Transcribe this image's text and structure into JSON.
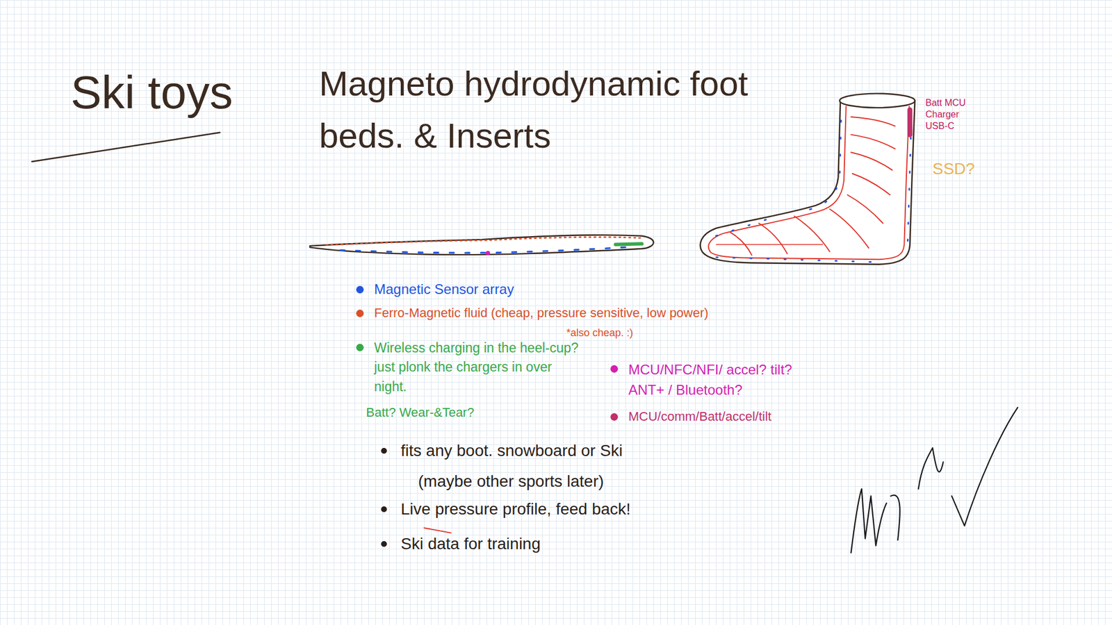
{
  "diagram": {
    "title": "Ski toys",
    "labels": [
      "Magneto hydrodynamic foot beds. & Inserts",
      "Batt MCU Charger USB-C",
      "SSD?",
      "*also cheap. :)",
      "Batt? Wear-&Tear?",
      "fits any boot. snowboard or Ski",
      "(maybe other sports later)",
      "Live pressure profile, feed back!",
      "Ski data for training"
    ],
    "legend": [
      {
        "text": "Magnetic Sensor array",
        "color": "#2255dd"
      },
      {
        "text": "Ferro-Magnetic fluid (cheap, pressure sensitive, low power)",
        "color": "#d9502a"
      },
      {
        "text": "Wireless charging in the heel-cup? just plonk the chargers in over night.",
        "color": "#3aa84a"
      },
      {
        "text": "MCU/NFC/NFI/ accel? tilt? ANT+ / Bluetooth?",
        "color": "#d41fb0"
      },
      {
        "text": "MCU/comm/Batt/accel/tilt",
        "color": "#c0306a"
      }
    ]
  }
}
